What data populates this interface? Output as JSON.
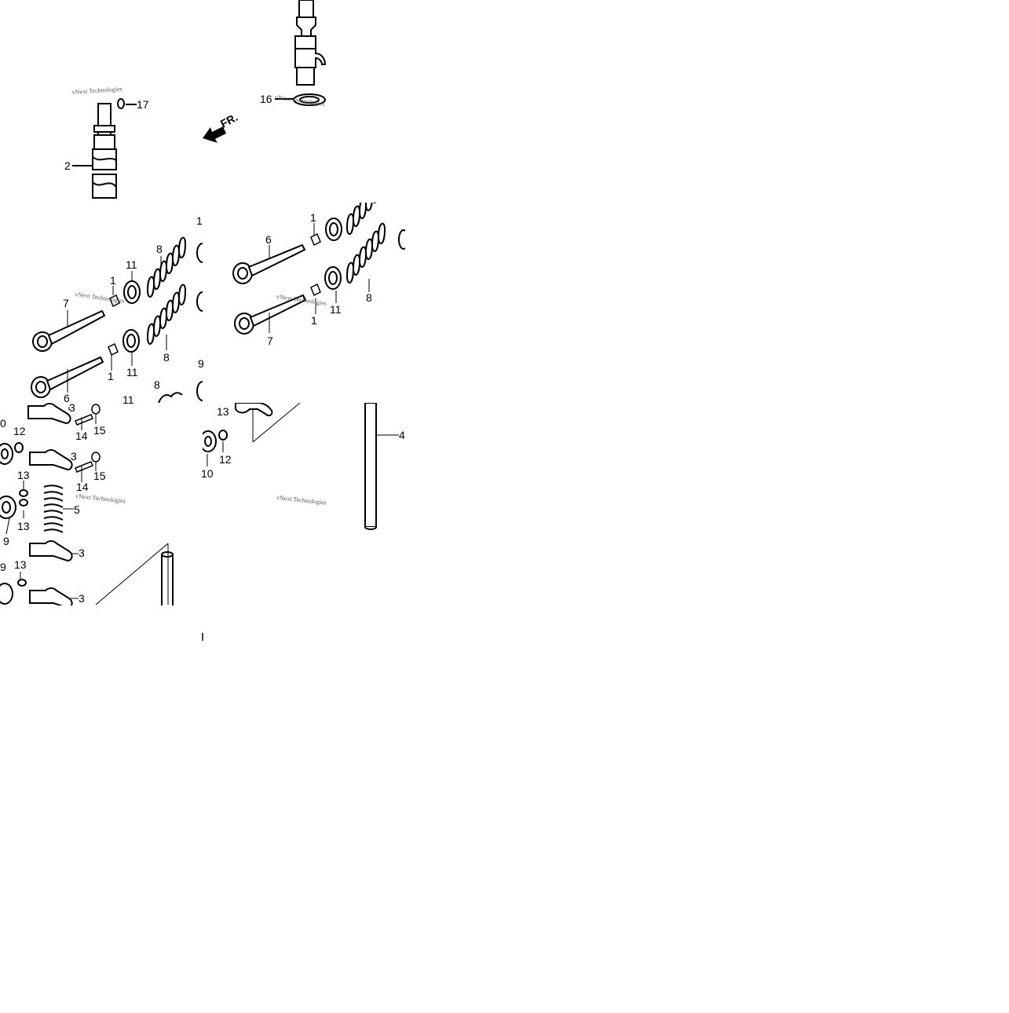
{
  "diagram": {
    "watermark": "vNext Technologies",
    "direction_label": "FR.",
    "callouts": {
      "n1": "1",
      "n2": "2",
      "n3": "3",
      "n4": "4",
      "n5": "5",
      "n6": "6",
      "n7": "7",
      "n8": "8",
      "n9": "9",
      "n10": "10",
      "n11": "11",
      "n12": "12",
      "n13": "13",
      "n14": "14",
      "n15": "15",
      "n16": "16",
      "n17": "17",
      "n0": "0",
      "n1_top": "1",
      "n9_small": "9"
    }
  }
}
